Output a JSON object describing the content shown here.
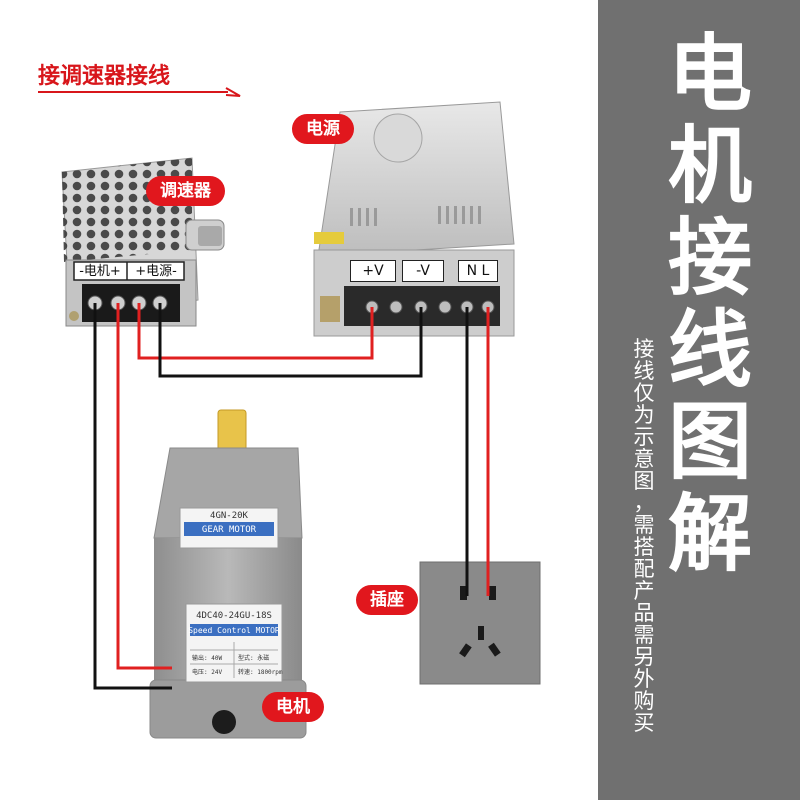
{
  "title": "接调速器接线",
  "sidebar": {
    "title": "电机接线图解",
    "note": "接线仅为示意图，需搭配产品需另外购买"
  },
  "labels": {
    "power_supply": "电源",
    "speed_controller": "调速器",
    "socket": "插座",
    "motor": "电机"
  },
  "controller_terminals": {
    "motor": "-电机+",
    "power": "+电源-"
  },
  "psu_terminals": {
    "vplus": "+V",
    "vminus": "-V",
    "nl": "N L"
  },
  "motor_plates": {
    "gear_model": "4GN-20K",
    "gear_text": "GEAR MOTOR",
    "motor_model": "4DC40-24GU-18S",
    "motor_text": "Speed Control MOTOR",
    "spec1": "输出: 40W",
    "spec2": "型式: 永磁",
    "spec3": "电压: 24V",
    "spec4": "转速: 1800rpm"
  },
  "colors": {
    "accent": "#e1171d",
    "sidebar": "#707070",
    "wire_red": "#e02020",
    "wire_black": "#111111"
  }
}
